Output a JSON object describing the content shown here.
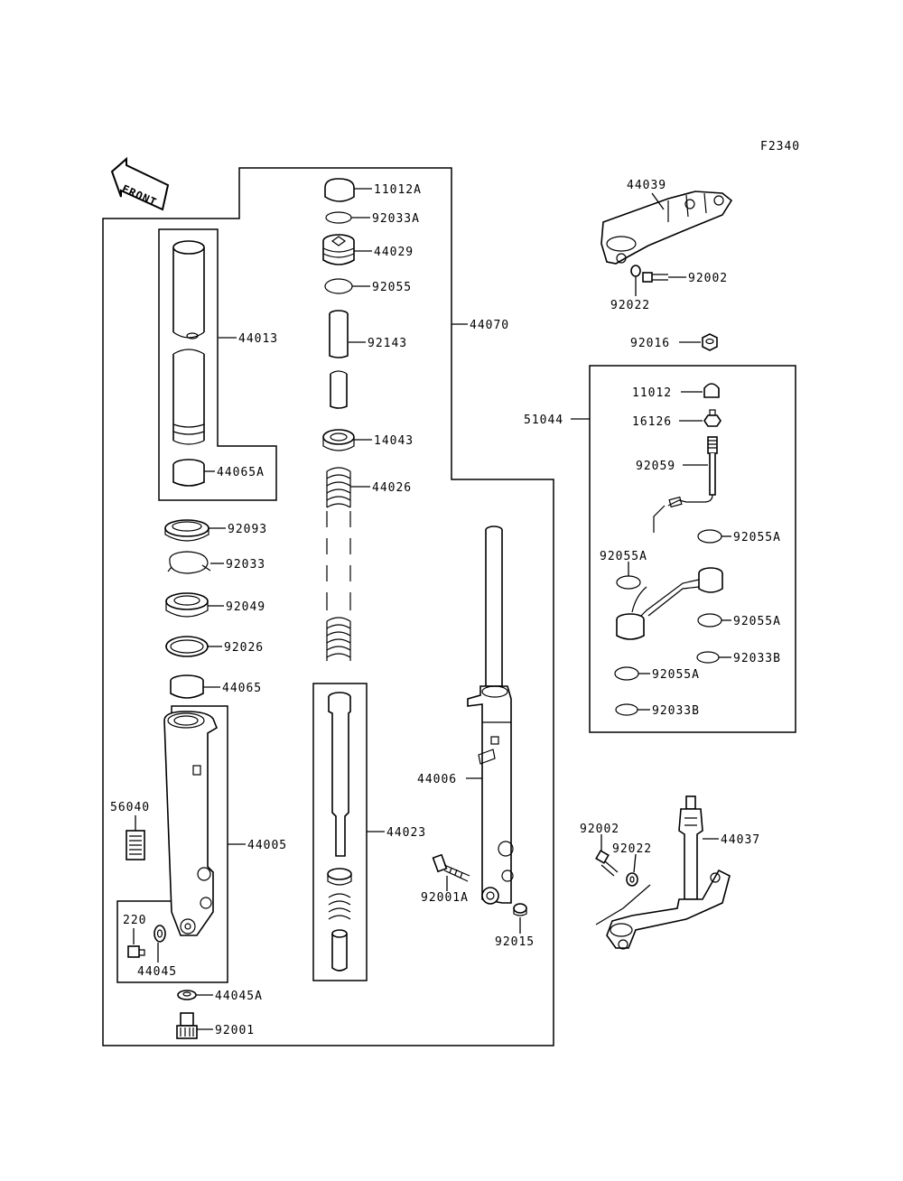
{
  "figure_code": "F2340",
  "front_badge": "FRONT",
  "labels": {
    "p11012A": "11012A",
    "p92033A": "92033A",
    "p44029": "44029",
    "p92055": "92055",
    "p92143": "92143",
    "p44070": "44070",
    "p14043": "14043",
    "p44026": "44026",
    "p44013": "44013",
    "p44065A": "44065A",
    "p92093": "92093",
    "p92033": "92033",
    "p92049": "92049",
    "p92026": "92026",
    "p44065": "44065",
    "p44023": "44023",
    "p44006": "44006",
    "p56040": "56040",
    "p44005": "44005",
    "p220": "220",
    "p44045": "44045",
    "p44045A": "44045A",
    "p92001": "92001",
    "p92001A": "92001A",
    "p92015": "92015",
    "p44039": "44039",
    "p92002_top": "92002",
    "p92022_top": "92022",
    "p92016": "92016",
    "p51044": "51044",
    "p11012": "11012",
    "p16126": "16126",
    "p92059": "92059",
    "p92055A_1": "92055A",
    "p92055A_2": "92055A",
    "p92055A_3": "92055A",
    "p92055A_4": "92055A",
    "p92033B_1": "92033B",
    "p92033B_2": "92033B",
    "p92002_bot": "92002",
    "p92022_bot": "92022",
    "p44037": "44037"
  }
}
